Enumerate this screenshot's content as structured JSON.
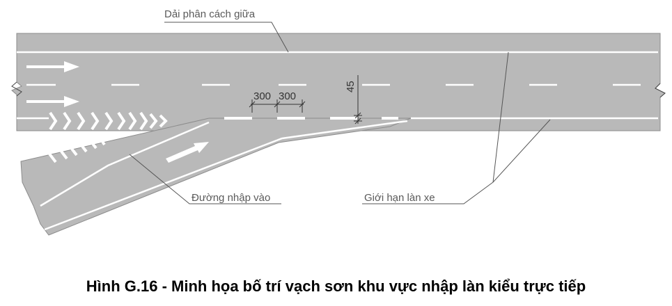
{
  "labels": {
    "median": "Dải phân cách giữa",
    "merge_road": "Đường nhập vào",
    "lane_limit": "Giới hạn làn xe",
    "dim_300_a": "300",
    "dim_300_b": "300",
    "dim_45": "45"
  },
  "caption": "Hình G.16 - Minh họa bố trí vạch sơn khu vực nhập làn kiểu trực tiếp",
  "colors": {
    "road": "#b9b9b9",
    "road_edge": "#8c8c8c",
    "paint": "#ffffff",
    "leader": "#555555"
  },
  "icons": [
    "direction-arrow-icon",
    "break-mark-icon"
  ]
}
